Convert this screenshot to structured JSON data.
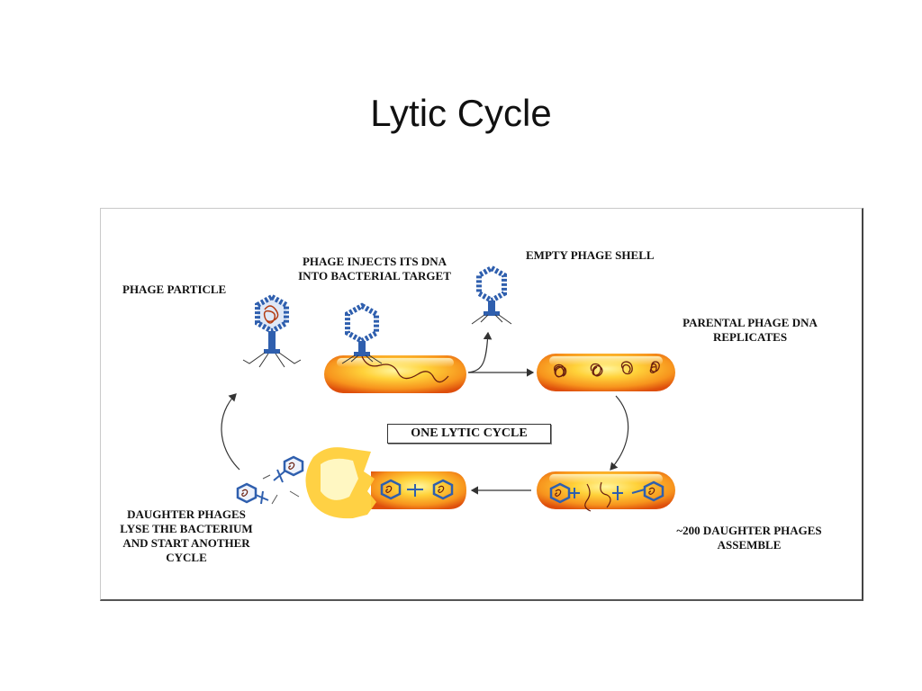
{
  "slide": {
    "title": "Lytic Cycle"
  },
  "diagram": {
    "labels": {
      "phage_particle": "PHAGE PARTICLE",
      "phage_injects": "PHAGE INJECTS ITS DNA\nINTO BACTERIAL TARGET",
      "empty_shell": "EMPTY PHAGE SHELL",
      "parental_dna": "PARENTAL PHAGE DNA\nREPLICATES",
      "daughter_assemble": "~200 DAUGHTER PHAGES\nASSEMBLE",
      "daughter_lyse": "DAUGHTER PHAGES\nLYSE THE BACTERIUM\nAND START ANOTHER\nCYCLE",
      "center_box": "ONE LYTIC CYCLE"
    },
    "colors": {
      "bacterium_core": "#ffe14a",
      "bacterium_edge": "#e2530c",
      "phage_blue": "#2f5fae",
      "dna_dark": "#6a1f0f"
    }
  }
}
